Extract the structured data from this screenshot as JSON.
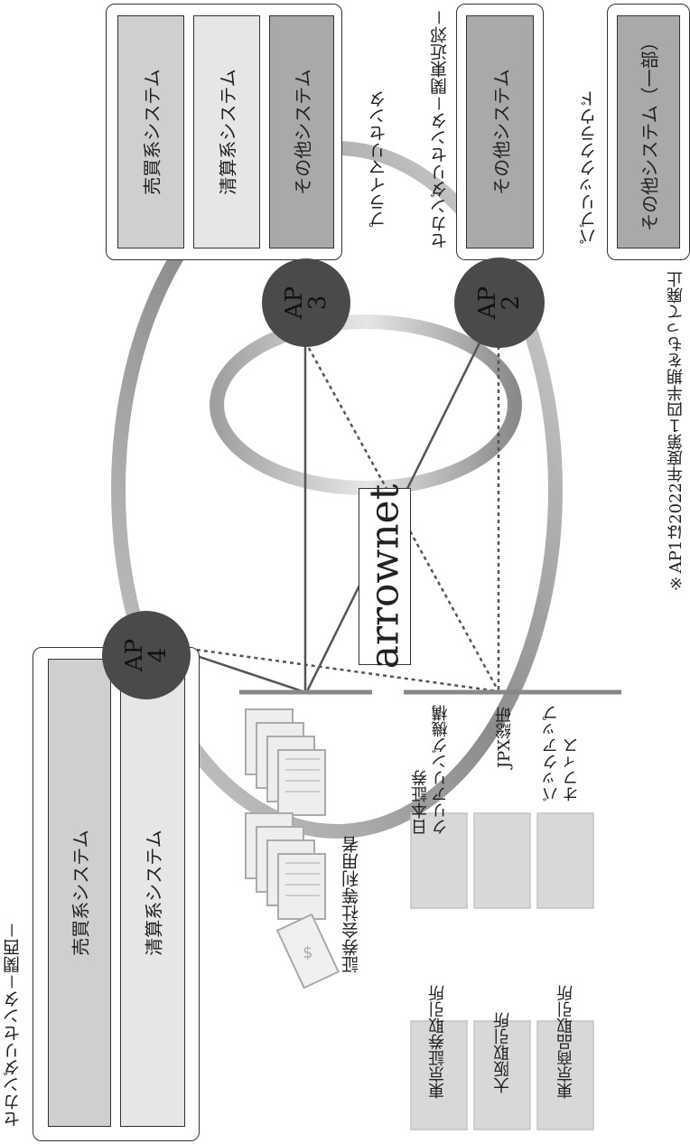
{
  "groups": {
    "primary": {
      "title": "プライマリセンタ",
      "systems": [
        "売買系システム",
        "清算系システム",
        "その他システム"
      ]
    },
    "secondary_kanto": {
      "title": "セカンダリセンタ－関東近郊－",
      "systems": [
        "その他システム"
      ]
    },
    "public_cloud": {
      "title": "パブリッククラウド",
      "systems": [
        "その他システム（一部）"
      ]
    },
    "secondary_kansai": {
      "title": "セカンダリセンタ－関西－",
      "systems": [
        "売買系システム",
        "清算系システム"
      ]
    }
  },
  "access_points": [
    {
      "id": "ap3",
      "label": "AP\n3"
    },
    {
      "id": "ap2",
      "label": "AP\n2"
    },
    {
      "id": "ap4",
      "label": "AP\n4"
    }
  ],
  "network_label": "arrownet",
  "footnote": "※AP1は2022年度第１四半期をもって廃止",
  "users_label": "証券会社等利用者",
  "facilities": [
    {
      "label": "日本証券\nクリアリング機構"
    },
    {
      "label": "JPX総研"
    },
    {
      "label": "バックアップ\nオフィス"
    },
    {
      "label": "東京証券取引所"
    },
    {
      "label": "大阪取引所"
    },
    {
      "label": "東京商品取引所"
    }
  ],
  "colors": {
    "ap_fill": "#4a4a4a",
    "ring": "#999999",
    "line": "#555555"
  }
}
